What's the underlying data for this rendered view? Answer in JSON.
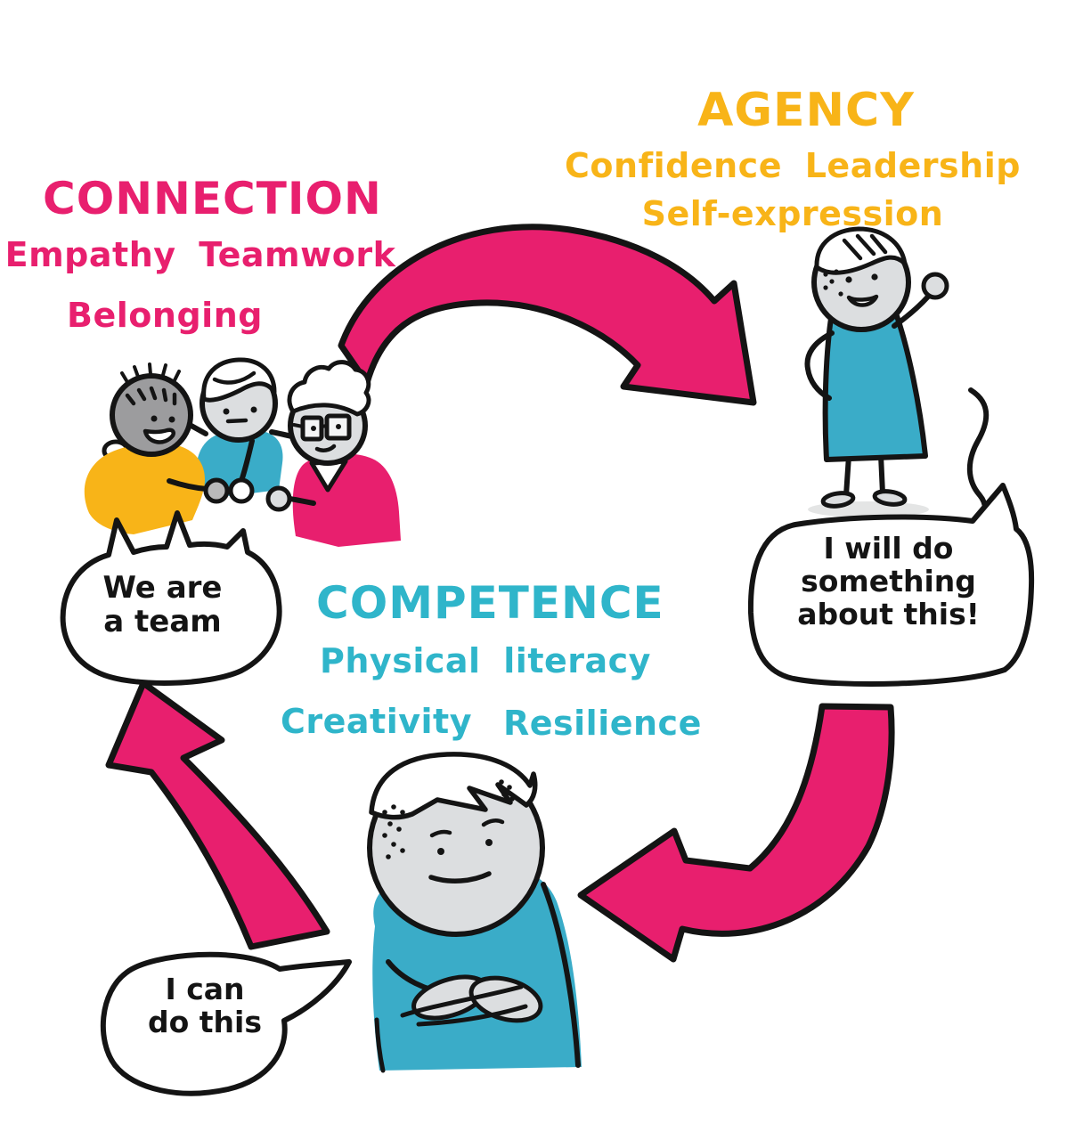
{
  "palette": {
    "pink": "#E81F6E",
    "yellow": "#F8B418",
    "teal_text": "#2FB5CA",
    "teal_shirt": "#3AACC8",
    "skin_light": "#DCDEE0",
    "skin_mid": "#B9B9BA",
    "skin_dark": "#9C9C9E",
    "outline": "#141414",
    "white": "#FFFFFF"
  },
  "sections": {
    "connection": {
      "title": "CONNECTION",
      "keywords": [
        "Empathy Teamwork",
        "Belonging"
      ]
    },
    "agency": {
      "title": "AGENCY",
      "keywords": [
        "Confidence Leadership",
        "Self-expression"
      ]
    },
    "competence": {
      "title": "COMPETENCE",
      "keywords": [
        "Physical literacy",
        "Creativity",
        "Resilience"
      ]
    }
  },
  "speech_bubbles": {
    "team": {
      "lines": [
        "We are",
        "a team"
      ]
    },
    "agency": {
      "lines": [
        "I will do",
        "something",
        "about this!"
      ]
    },
    "competence": {
      "lines": [
        "I can",
        "do this"
      ]
    }
  }
}
